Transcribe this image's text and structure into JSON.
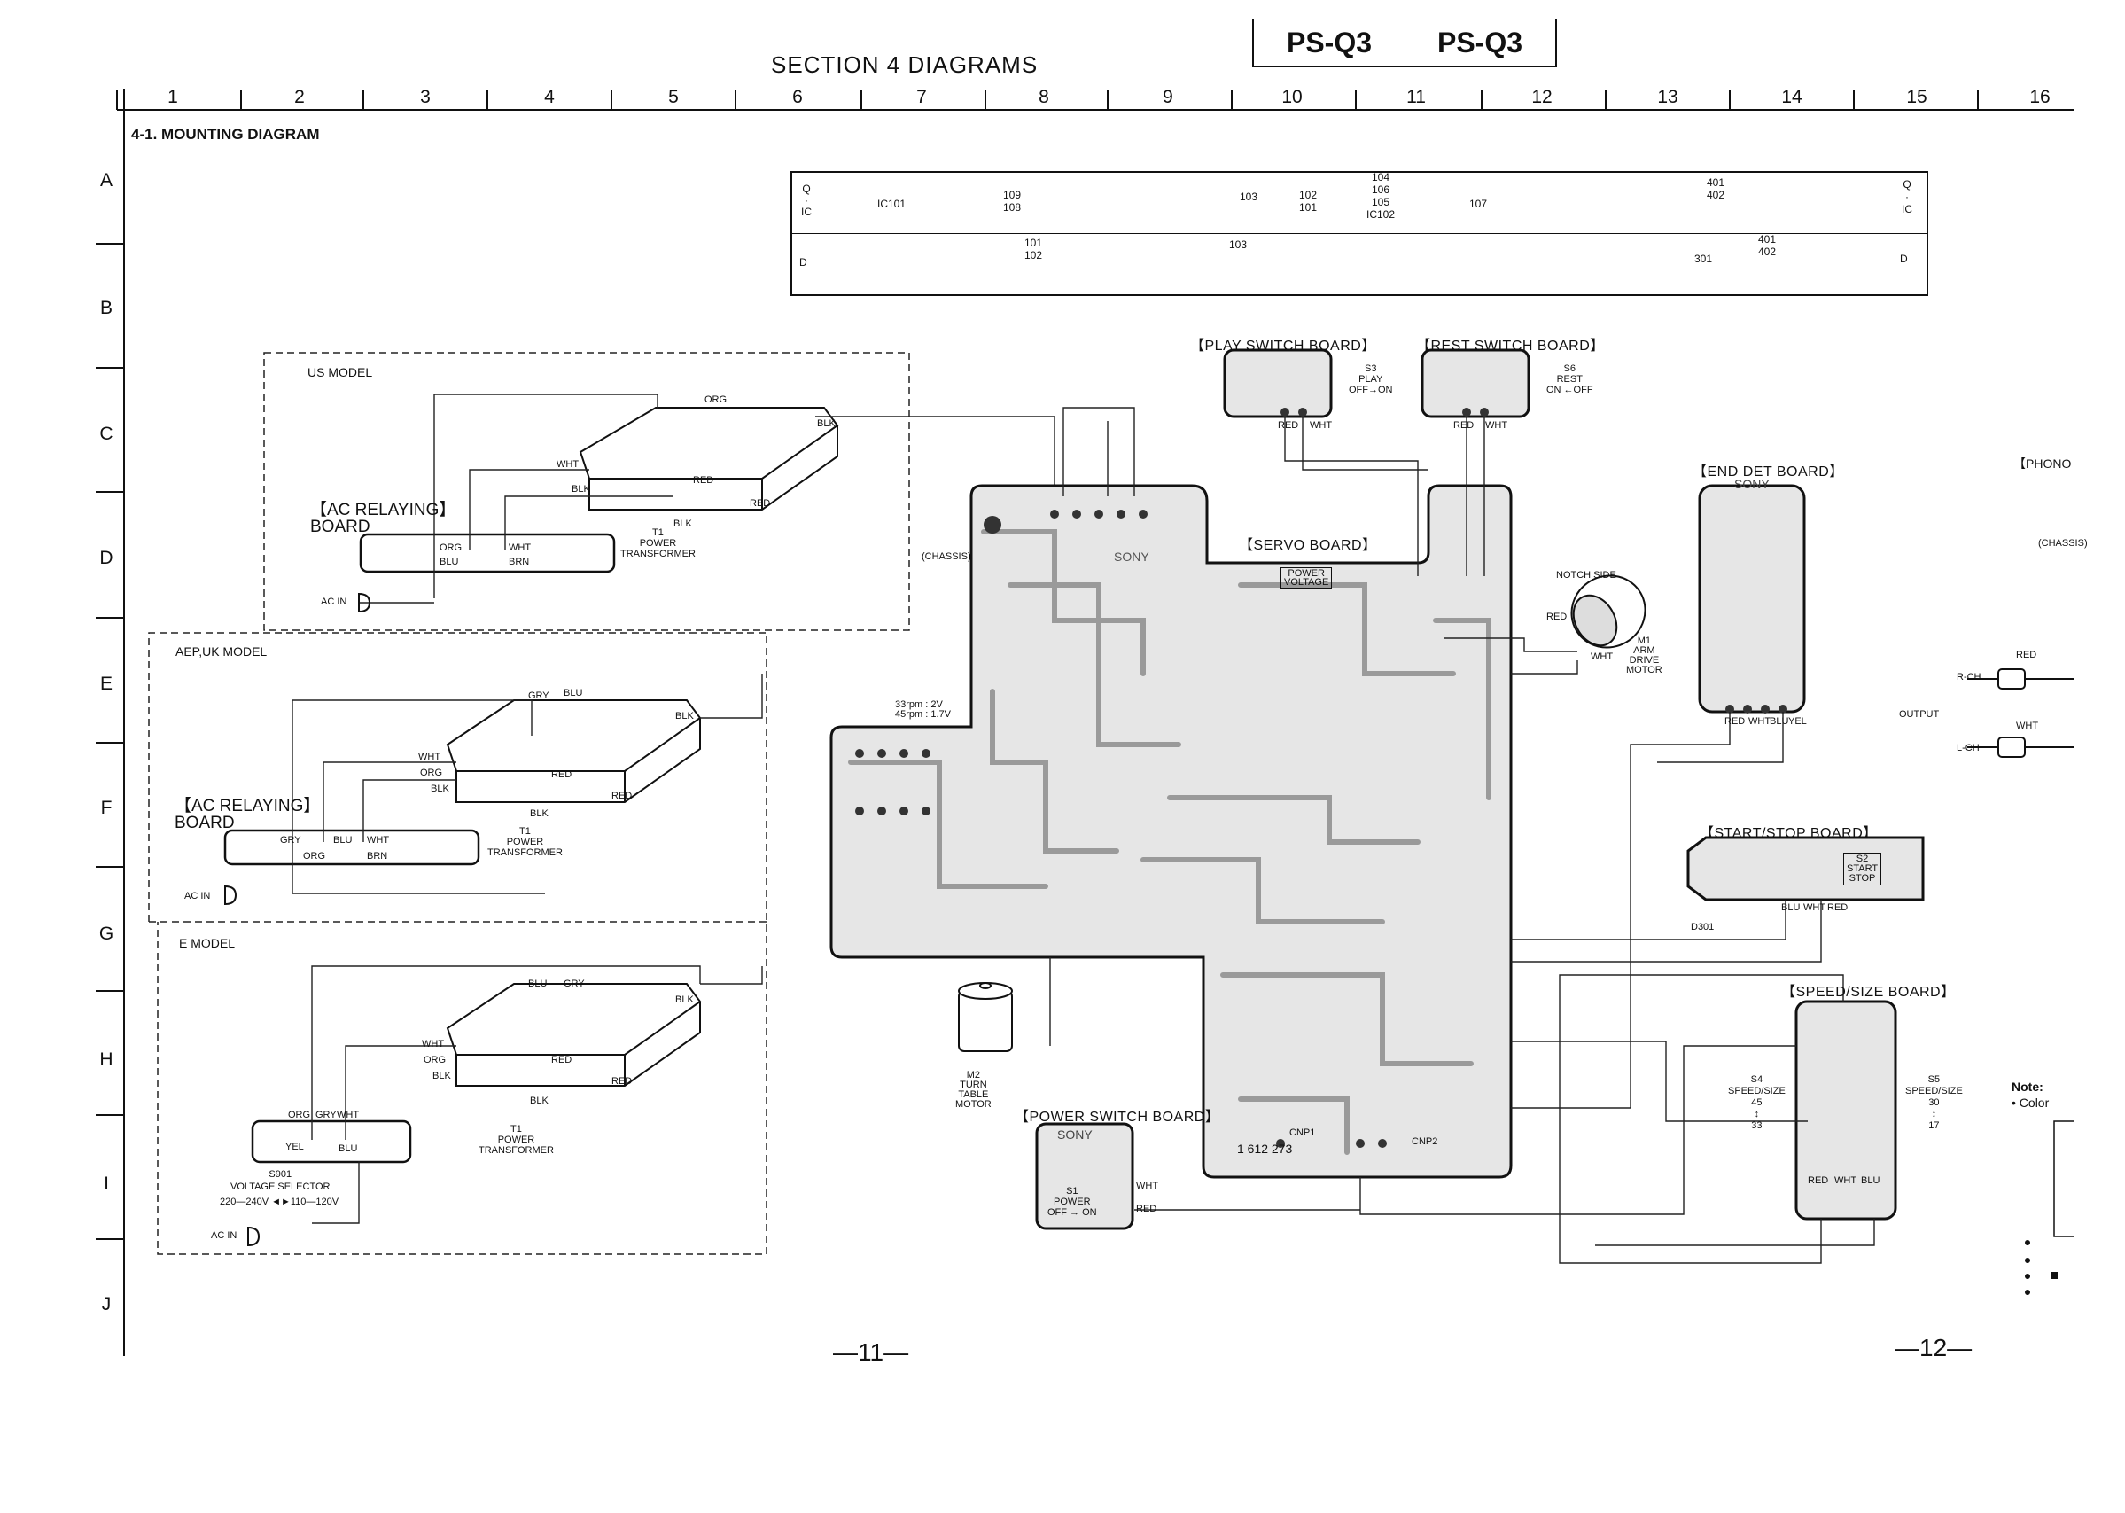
{
  "header": {
    "section_title": "SECTION 4   DIAGRAMS",
    "model_left": "PS-Q3",
    "model_right": "PS-Q3",
    "subtitle": "4-1. MOUNTING DIAGRAM",
    "page_left": "—11—",
    "page_right": "—12—"
  },
  "columns": [
    "1",
    "2",
    "3",
    "4",
    "5",
    "6",
    "7",
    "8",
    "9",
    "10",
    "11",
    "12",
    "13",
    "14",
    "15",
    "16"
  ],
  "rows": [
    "A",
    "B",
    "C",
    "D",
    "E",
    "F",
    "G",
    "H",
    "I",
    "J"
  ],
  "ref_table": {
    "row_q": {
      "label_top": "Q",
      "label_mid": "·",
      "label_bot": "IC",
      "cells": [
        "IC101",
        "109\n108",
        "103",
        "102\n101",
        "104\n106\n105\nIC102",
        "107",
        "401\n402"
      ],
      "label_right": "Q\n·\nIC"
    },
    "row_d": {
      "label": "D",
      "cells": [
        "101\n102",
        "103",
        "301",
        "401\n402"
      ],
      "label_right": "D"
    }
  },
  "models": {
    "us": {
      "title": "US MODEL",
      "board": "【AC RELAYING】\nBOARD",
      "transformer": "T1\nPOWER\nTRANSFORMER",
      "ac_in": "AC IN",
      "wires": [
        "ORG",
        "BLK",
        "WHT",
        "BLK",
        "RED",
        "RED",
        "BLK",
        "ORG",
        "BLU",
        "WHT",
        "BRN"
      ]
    },
    "aep": {
      "title": "AEP,UK MODEL",
      "board": "【AC RELAYING】\nBOARD",
      "transformer": "T1\nPOWER\nTRANSFORMER",
      "ac_in": "AC IN",
      "wires": [
        "GRY",
        "BLU",
        "BLK",
        "WHT",
        "ORG",
        "BLK",
        "RED",
        "RED",
        "BLK",
        "GRY",
        "ORG",
        "BLU",
        "WHT",
        "BRN"
      ]
    },
    "e": {
      "title": "E MODEL",
      "transformer": "T1\nPOWER\nTRANSFORMER",
      "ac_in": "AC IN",
      "selector": "S901\nVOLTAGE SELECTOR",
      "voltages": "220—240V ◄►110—120V",
      "wires": [
        "BLU",
        "GRY",
        "BLK",
        "WHT",
        "ORG",
        "BLK",
        "RED",
        "RED",
        "BLK",
        "ORG",
        "GRY",
        "WHT",
        "BLU",
        "YEL"
      ]
    }
  },
  "boards": {
    "play_switch": {
      "title": "【PLAY SWITCH BOARD】",
      "switch": "S3\nPLAY\nOFF→ON",
      "wires": [
        "RED",
        "WHT"
      ]
    },
    "rest_switch": {
      "title": "【REST SWITCH BOARD】",
      "switch": "S6\nREST\nON ←OFF",
      "wires": [
        "RED",
        "WHT"
      ]
    },
    "servo": {
      "title": "【SERVO BOARD】",
      "partno": "1 612 273",
      "chassis": "(CHASSIS)",
      "speed_note": "33rpm : 2V\n45rpm : 1.7V",
      "cnp1": "CNP1",
      "cnp2": "CNP2",
      "power_voltage": "POWER\nVOLTAGE"
    },
    "end_det": {
      "title": "【END DET BOARD】",
      "wires": [
        "RED",
        "WHT",
        "BLU",
        "YEL"
      ]
    },
    "start_stop": {
      "title": "【START/STOP BOARD】",
      "switch": "S2\nSTART\nSTOP",
      "led": "D301",
      "wires": [
        "BLU",
        "WHT",
        "RED"
      ]
    },
    "speed_size": {
      "title": "【SPEED/SIZE BOARD】",
      "s4": "S4\nSPEED/SIZE\n45\n↕\n33",
      "s5": "S5\nSPEED/SIZE\n30\n↕\n17",
      "wires": [
        "RED",
        "WHT",
        "BLU"
      ]
    },
    "power_switch": {
      "title": "【POWER SWITCH BOARD】",
      "switch": "S1\nPOWER\nOFF → ON",
      "wires": [
        "WHT",
        "RED"
      ]
    },
    "phono": {
      "title": "【PHONO",
      "rch": "R-CH",
      "lch": "L-CH",
      "output": "OUTPUT",
      "chassis": "(CHASSIS)",
      "red": "RED",
      "wht": "WHT"
    }
  },
  "motors": {
    "m1": {
      "label": "M1\nARM\nDRIVE\nMOTOR",
      "notch": "NOTCH SIDE",
      "red": "RED",
      "wht": "WHT"
    },
    "m2": {
      "label": "M2\nTURN\nTABLE\nMOTOR"
    }
  },
  "note": {
    "title": "Note:",
    "item": "• Color"
  },
  "brand": "SONY"
}
